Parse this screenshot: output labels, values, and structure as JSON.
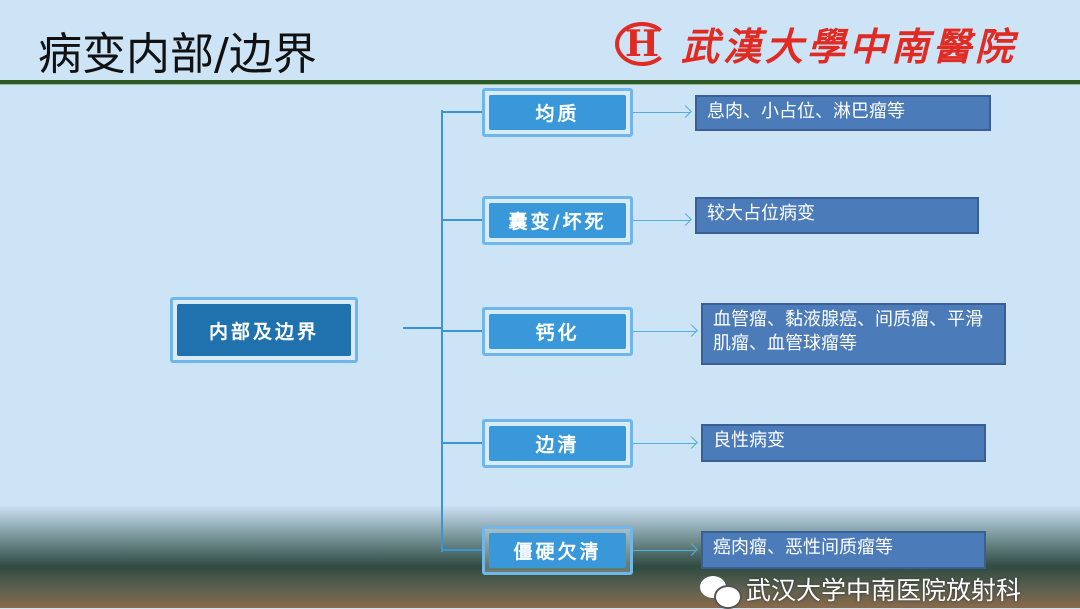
{
  "title": "病变内部/边界",
  "logo": {
    "mark": "H",
    "text": "武漢大學中南醫院"
  },
  "root": "内部及边界",
  "branches": [
    {
      "label": "均质",
      "desc": "息肉、小占位、淋巴瘤等"
    },
    {
      "label": "囊变/坏死",
      "desc": "较大占位病变"
    },
    {
      "label": "钙化",
      "desc": "血管瘤、黏液腺癌、间质瘤、平滑肌瘤、血管球瘤等"
    },
    {
      "label": "边清",
      "desc": "良性病变"
    },
    {
      "label": "僵硬欠清",
      "desc": "癌肉瘤、恶性间质瘤等"
    }
  ],
  "watermark": "武汉大学中南医院放射科",
  "colors": {
    "root": "#1f72ae",
    "branch": "#3898d9",
    "desc": "#4b7bb8",
    "logo": "#e02a22"
  }
}
